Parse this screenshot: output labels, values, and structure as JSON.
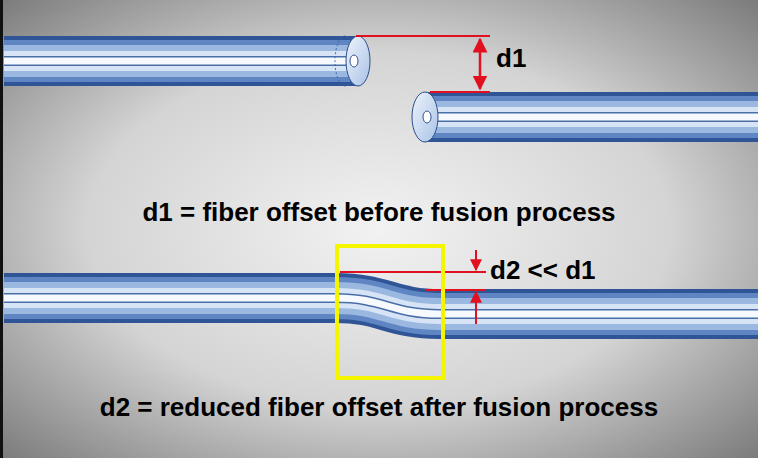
{
  "diagram": {
    "labels": [
      "d1",
      "d1 = fiber offset before fusion process",
      "d2 << d1",
      "d2 = reduced fiber offset after fusion process"
    ]
  }
}
